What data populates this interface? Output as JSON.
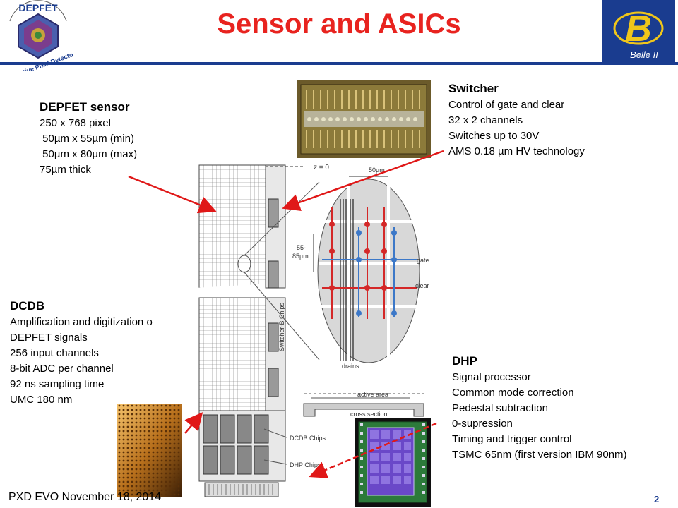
{
  "title": "Sensor and ASICs",
  "logos": {
    "depfet_text": "DEPFET",
    "depfet_sub": "Active Pixel Detector",
    "belle_letter": "B",
    "belle_text": "Belle II"
  },
  "depfet_sensor": {
    "heading": "DEPFET sensor",
    "lines": [
      "250 x 768 pixel",
      " 50µm x 55µm (min)",
      " 50µm x 80µm (max)",
      "75µm thick"
    ]
  },
  "switcher": {
    "heading": "Switcher",
    "lines": [
      "Control of gate and clear",
      "32 x 2 channels",
      "Switches up to 30V",
      "AMS 0.18 µm HV technology"
    ]
  },
  "dcdb": {
    "heading": "DCDB",
    "lines": [
      "Amplification and digitization o",
      "DEPFET signals",
      "256 input channels",
      "8-bit ADC per channel",
      "92 ns sampling time",
      "UMC 180 nm"
    ]
  },
  "dhp": {
    "heading": "DHP",
    "lines": [
      "Signal processor",
      "Common mode correction",
      "Pedestal subtraction",
      "0-supression",
      "Timing and trigger control",
      "TSMC 65nm (first version IBM 90nm)"
    ]
  },
  "diagram": {
    "z_label": "z = 0",
    "width_label": "50µm",
    "pitch_label_1": "55-",
    "pitch_label_2": "85µm",
    "gate_label": "gate",
    "clear_label": "clear",
    "drains_label": "drains",
    "switcher_label": "Switcher-B Chips",
    "active_area_label": "active area",
    "cross_section_label": "cross section",
    "dcdb_chips_label": "DCDB Chips",
    "dhp_chips_label": "DHP Chips"
  },
  "footer": {
    "left": "PXD EVO November 18, 2014",
    "page": "2"
  },
  "colors": {
    "title": "#e8231f",
    "accent_blue": "#1a3c8f",
    "arrow_red": "#e01818"
  }
}
